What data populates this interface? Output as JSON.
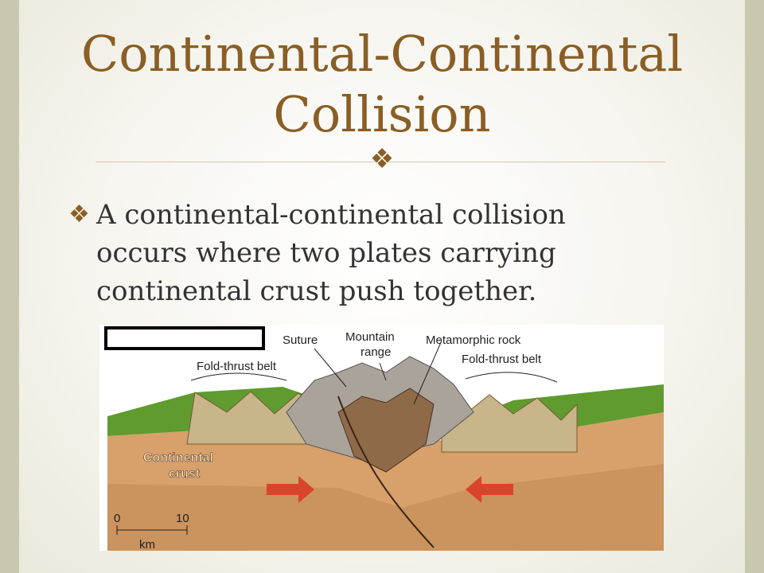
{
  "slide": {
    "title": "Continental-Continental Collision",
    "bullet": "A continental-continental collision occurs where two plates carrying continental crust push together."
  },
  "figure": {
    "labels": {
      "suture": "Suture",
      "mountain_range_line1": "Mountain",
      "mountain_range_line2": "range",
      "metamorphic_rock": "Metamorphic rock",
      "fold_thrust_left": "Fold-thrust belt",
      "fold_thrust_right": "Fold-thrust belt",
      "continental_crust_line1": "Continental",
      "continental_crust_line2": "crust"
    },
    "scale": {
      "start": "0",
      "end": "10",
      "unit": "km"
    }
  },
  "icons": {
    "divider": "dingbat-divider-icon",
    "bullet": "dingbat-bullet-icon"
  },
  "colors": {
    "title": "#8a5e24",
    "text": "#333333",
    "grass": "#5f9b2f",
    "crust": "#d8a06a",
    "arrow": "#d8452a"
  }
}
